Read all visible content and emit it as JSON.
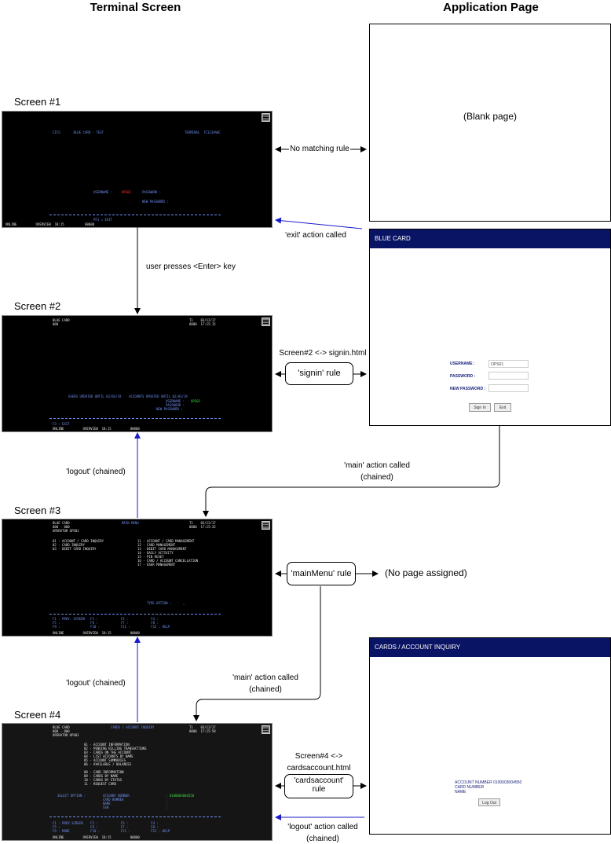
{
  "headers": {
    "terminal": "Terminal Screen",
    "application": "Application Page"
  },
  "screens": [
    {
      "label": "Screen #1",
      "lines": [
        {
          "t": "CICS       BLUE CARD - TEST",
          "c": "c-blue"
        },
        {
          "t": "TERMINAL  TC1234ABC",
          "c": "c-blue"
        },
        {
          "t": "USERNAME :",
          "c": "c-blue"
        },
        {
          "t": "OPS01",
          "c": "c-red"
        },
        {
          "t": "PASSWORD :",
          "c": "c-blue"
        },
        {
          "t": "NEW PASSWORD :",
          "c": "c-blue"
        },
        {
          "t": "PF3 = EXIT",
          "c": "c-blue"
        },
        {
          "t": "ONLINE          OVERVIEW  18:15           00000",
          "c": "c-white"
        }
      ]
    },
    {
      "label": "Screen #2",
      "lines": [
        {
          "t": "BLUE CARD",
          "c": "c-white"
        },
        {
          "t": "000",
          "c": "c-white"
        },
        {
          "t": "T1    03/12/17",
          "c": "c-white"
        },
        {
          "t": "0000  17:15:15",
          "c": "c-white"
        },
        {
          "t": "USERS UPDATED UNTIL 02/03/19    ACCOUNTS UPDATED UNTIL 02/03/19",
          "c": "c-blue"
        },
        {
          "t": "USERNAME :",
          "c": "c-blue"
        },
        {
          "t": "OPS01",
          "c": "c-green"
        },
        {
          "t": "PASSWORD :",
          "c": "c-blue"
        },
        {
          "t": "NEW PASSWORD :",
          "c": "c-blue"
        },
        {
          "t": "F3 : EXIT",
          "c": "c-blue"
        },
        {
          "t": "ONLINE          OVERVIEW  18:15          00000",
          "c": "c-white"
        }
      ]
    },
    {
      "label": "Screen #3",
      "lines": [
        {
          "t": "BLUE CARD",
          "c": "c-white"
        },
        {
          "t": "000 - 000",
          "c": "c-white"
        },
        {
          "t": "OPERATOR OPS01",
          "c": "c-white"
        },
        {
          "t": "MAIN MENU",
          "c": "c-blue"
        },
        {
          "t": "T1    03/12/17",
          "c": "c-white"
        },
        {
          "t": "0000  17:15:32",
          "c": "c-white"
        },
        {
          "t": "01 - ACCOUNT / CARD INQUIRY\n02 - CARD INQUIRY\n03 - DEBIT CARD INQUIRY",
          "c": "c-white"
        },
        {
          "t": "11 - ACCOUNT / CARD MANAGEMENT\n12 - CARD MANAGEMENT\n13 - DEBIT CARD MANAGEMENT\n14 - DAILY ACTIVITY\n15 - PIN RESET\n16 - CARD / ACCOUNT CANCELLATION\n17 - USER MANAGEMENT",
          "c": "c-white"
        },
        {
          "t": "TYPE OPTION :",
          "c": "c-blue"
        },
        {
          "t": "_",
          "c": "c-white"
        },
        {
          "t": "F1 : PREV. SCREEN   F2 :            F3 :            F4 :\nF5 :                F6 :            F7 :            F8 :\nF9 :                F10 :           F11 :           F12 : HELP",
          "c": "c-blue"
        },
        {
          "t": "ONLINE          OVERVIEW  18:15          00000",
          "c": "c-white"
        }
      ]
    },
    {
      "label": "Screen #4",
      "lines": [
        {
          "t": "BLUE CARD",
          "c": "c-white"
        },
        {
          "t": "000 - 000",
          "c": "c-white"
        },
        {
          "t": "OPERATOR OPS01",
          "c": "c-white"
        },
        {
          "t": "CARDS / ACCOUNT INQUIRY",
          "c": "c-blue"
        },
        {
          "t": "T1    03/12/17",
          "c": "c-white"
        },
        {
          "t": "0000  17:15:58",
          "c": "c-white"
        },
        {
          "t": "01 - ACCOUNT INFORMATION\n02 - PENDING BILLING TRANSACTIONS\n03 - CARDS ON THE ACCOUNT\n04 - LIST ACCOUNTS BY NAME\n05 - ACCOUNT SUMMARIES\n06 - AVAILABLE / BALANCES\n\n08 - CARD INFORMATION\n09 - CARDS BY NAME\n10 - CARDS BY STATUS\n11 - REQUEST CARD",
          "c": "c-white"
        },
        {
          "t": "SELECT OPTION :",
          "c": "c-blue"
        },
        {
          "t": "ACCOUNT NUMBER\nCARD NUMBER\nNAME\nSSN",
          "c": "c-blue"
        },
        {
          "t": ": 0100003004550",
          "c": "c-green"
        },
        {
          "t": ":\n:\n:",
          "c": "c-blue"
        },
        {
          "t": "F1 : PREV SCREEN    F2 :            F3 :            F4 :\nF5 :                F6 :            F7 :            F8 :\nF9 : MORE           F10 :           F11 :           F12 : HELP",
          "c": "c-blue"
        },
        {
          "t": "ONLINE          OVERVIEW  18:15          00000",
          "c": "c-white"
        }
      ]
    }
  ],
  "pages": {
    "blank": {
      "text": "(Blank page)"
    },
    "signin": {
      "title": "BLUE CARD",
      "fields": [
        {
          "label": "USERNAME :",
          "value": "OPS01"
        },
        {
          "label": "PASSWORD :",
          "value": ""
        },
        {
          "label": "NEW PASSWORD :",
          "value": ""
        }
      ],
      "buttons": [
        "Sign In",
        "Exit"
      ]
    },
    "none": {
      "text": "(No page assigned)"
    },
    "cards": {
      "title": "CARDS / ACCOUNT INQUIRY",
      "lines": [
        "ACCOUNT NUMBER 0100003004550",
        "CARD NUMBER",
        "NAME"
      ],
      "button": "Log Out"
    }
  },
  "connectors": {
    "no_match": "No matching rule",
    "exit_called": "'exit' action called",
    "enter_key": "user presses <Enter> key",
    "screen2_signin": "Screen#2 <-> signin.html",
    "signin_rule": "'signin' rule",
    "main_called_1": "'main' action called",
    "chained_1": "(chained)",
    "logout_1": "'logout' (chained)",
    "mainmenu_rule": "'mainMenu' rule",
    "main_called_2": "'main' action called",
    "chained_2": "(chained)",
    "logout_2": "'logout' (chained)",
    "screen4_cards": "Screen#4 <->",
    "screen4_cards_file": "cardsaccount.html",
    "cards_rule_1": "'cardsaccount'",
    "cards_rule_2": "rule",
    "logout_called": "'logout' action called",
    "chained_3": "(chained)"
  }
}
